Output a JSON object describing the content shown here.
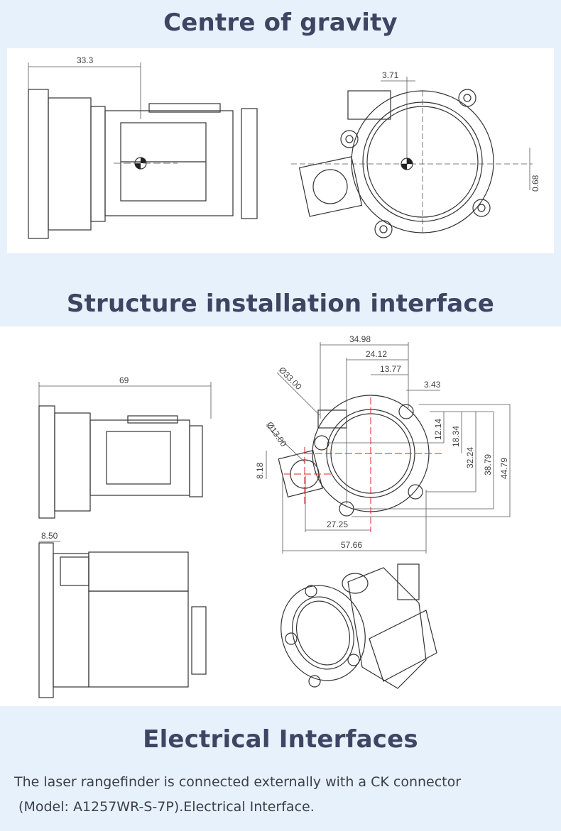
{
  "sections": {
    "gravity": {
      "title": "Centre of gravity",
      "dims": {
        "side_length": "33.3",
        "front_offset_x": "3.71",
        "front_offset_y": "0.68"
      }
    },
    "structure": {
      "title": "Structure installation interface",
      "dims": {
        "side_length": "69",
        "bottom_offset": "8.50",
        "front": [
          "34.98",
          "24.12",
          "13.77",
          "3.43",
          "12.14",
          "18.34",
          "32.24",
          "38.79",
          "44.79",
          "27.25",
          "57.66",
          "8.18"
        ],
        "dia_large": "Ø33.00",
        "dia_small": "Ø13.00"
      }
    },
    "electrical": {
      "title": "Electrical Interfaces",
      "lines": [
        "The laser rangefinder is connected externally with a CK connector",
        " (Model: A1257WR-S-7P).Electrical Interface."
      ]
    }
  }
}
